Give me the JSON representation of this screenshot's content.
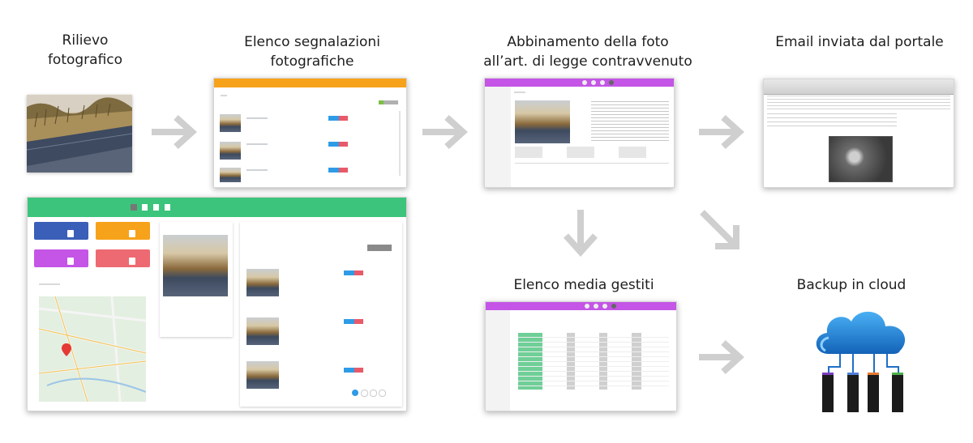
{
  "titles": {
    "rilievo": [
      "Rilievo",
      "fotografico"
    ],
    "elenco_segnalazioni": [
      "Elenco segnalazioni",
      "fotografiche"
    ],
    "abbinamento": [
      "Abbinamento della foto",
      "all’art. di legge contravvenuto"
    ],
    "email": "Email inviata dal portale",
    "elenco_media": "Elenco media gestiti",
    "backup": "Backup in cloud"
  },
  "colors": {
    "orange_header": "#f7a21b",
    "purple_header": "#c455e6",
    "green_header": "#3cc47c",
    "tile_blue": "#3a5fb8",
    "tile_orange": "#f7a21b",
    "tile_purple": "#c455e6",
    "tile_red": "#ee6a72",
    "arrow": "#cfcfcf",
    "cloud": "#1f8ae0"
  },
  "icons": [
    "arrow-right-icon",
    "arrow-down-icon",
    "arrow-diagonal-icon",
    "cloud-icon",
    "server-icon"
  ]
}
